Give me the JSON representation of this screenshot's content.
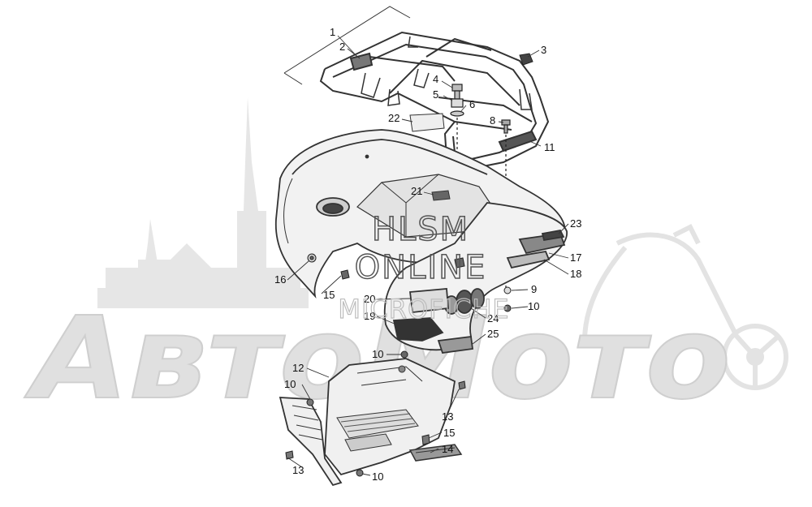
{
  "watermarks": {
    "brand": "АвтоМото",
    "online_line1": "HLSM",
    "online_line2": "ONLINE",
    "online_line3": "MICROFICHE"
  },
  "callouts": [
    {
      "id": "c1",
      "text": "1"
    },
    {
      "id": "c2",
      "text": "2"
    },
    {
      "id": "c3",
      "text": "3"
    },
    {
      "id": "c4",
      "text": "4"
    },
    {
      "id": "c5",
      "text": "5"
    },
    {
      "id": "c6",
      "text": "6"
    },
    {
      "id": "c8",
      "text": "8"
    },
    {
      "id": "c11",
      "text": "11"
    },
    {
      "id": "c22",
      "text": "22"
    },
    {
      "id": "c21",
      "text": "21"
    },
    {
      "id": "c23",
      "text": "23"
    },
    {
      "id": "c17",
      "text": "17"
    },
    {
      "id": "c18",
      "text": "18"
    },
    {
      "id": "c16",
      "text": "16"
    },
    {
      "id": "c15a",
      "text": "15"
    },
    {
      "id": "c20",
      "text": "20"
    },
    {
      "id": "c19",
      "text": "19"
    },
    {
      "id": "c9",
      "text": "9"
    },
    {
      "id": "c10a",
      "text": "10"
    },
    {
      "id": "c24",
      "text": "24"
    },
    {
      "id": "c25",
      "text": "25"
    },
    {
      "id": "c10b",
      "text": "10"
    },
    {
      "id": "c12",
      "text": "12"
    },
    {
      "id": "c10c",
      "text": "10"
    },
    {
      "id": "c13a",
      "text": "13"
    },
    {
      "id": "c15b",
      "text": "15"
    },
    {
      "id": "c14",
      "text": "14"
    },
    {
      "id": "c13b",
      "text": "13"
    },
    {
      "id": "c10d",
      "text": "10"
    }
  ]
}
